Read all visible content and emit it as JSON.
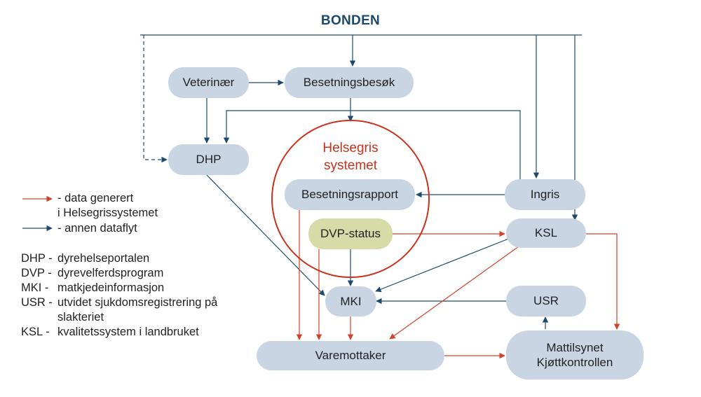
{
  "title": "BONDEN",
  "circle_label": [
    "Helsegris",
    "systemet"
  ],
  "nodes": {
    "veterinaer": "Veterinær",
    "besetningsbesok": "Besetningsbesøk",
    "dhp": "DHP",
    "besetningsrapport": "Besetningsrapport",
    "ingris": "Ingris",
    "dvp_status": "DVP-status",
    "ksl": "KSL",
    "mki": "MKI",
    "usr": "USR",
    "varemottaker": "Varemottaker",
    "mattilsynet": [
      "Mattilsynet",
      "Kjøttkontrollen"
    ]
  },
  "legend": {
    "red": [
      "data generert",
      "i Helsegrissystemet"
    ],
    "blue": "annen dataflyt"
  },
  "abbreviations": [
    {
      "key": "DHP",
      "desc": "dyrehelseportalen"
    },
    {
      "key": "DVP",
      "desc": "dyrevelferdsprogram"
    },
    {
      "key": "MKI",
      "desc": "matkjedeinformasjon"
    },
    {
      "key": "USR",
      "desc": "utvidet sjukdomsregistrering på slakteriet"
    },
    {
      "key": "KSL",
      "desc": "kvalitetssystem i landbruket"
    }
  ],
  "colors": {
    "node_fill": "#c9d5e3",
    "dvp_fill": "#d6dba7",
    "title": "#1c4a6e",
    "blue_flow": "#1c4a6e",
    "red_flow": "#d4412a",
    "circle": "#c8321e"
  }
}
